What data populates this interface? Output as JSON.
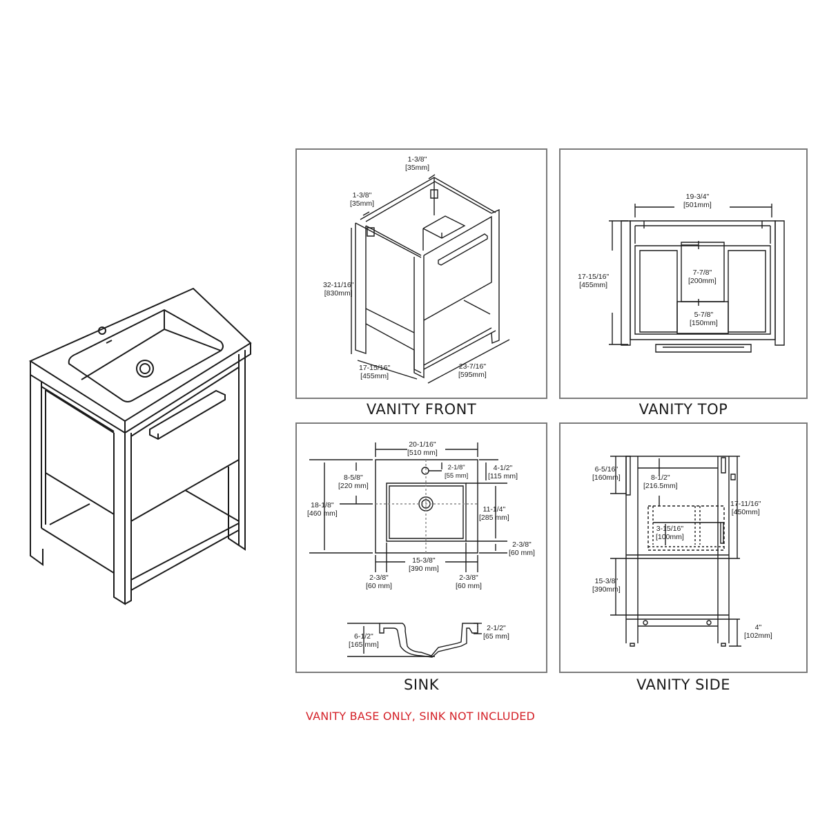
{
  "panels": {
    "vanity_front": {
      "caption": "VANITY FRONT",
      "dims": [
        {
          "imperial": "1-3/8\"",
          "metric": "[35mm]"
        },
        {
          "imperial": "1-3/8\"",
          "metric": "[35mm]"
        },
        {
          "imperial": "32-11/16\"",
          "metric": "[830mm]"
        },
        {
          "imperial": "17-15/16\"",
          "metric": "[455mm]"
        },
        {
          "imperial": "23-7/16\"",
          "metric": "[595mm]"
        }
      ]
    },
    "vanity_top": {
      "caption": "VANITY TOP",
      "dims": [
        {
          "imperial": "19-3/4\"",
          "metric": "[501mm]"
        },
        {
          "imperial": "17-15/16\"",
          "metric": "[455mm]"
        },
        {
          "imperial": "7-7/8\"",
          "metric": "[200mm]"
        },
        {
          "imperial": "5-7/8\"",
          "metric": "[150mm]"
        }
      ]
    },
    "sink": {
      "caption": "SINK",
      "dims": [
        {
          "imperial": "20-1/16\"",
          "metric": "[510 mm]"
        },
        {
          "imperial": "2-1/8\"",
          "metric": "[55 mm]"
        },
        {
          "imperial": "4-1/2\"",
          "metric": "[115 mm]"
        },
        {
          "imperial": "8-5/8\"",
          "metric": "[220 mm]"
        },
        {
          "imperial": "18-1/8\"",
          "metric": "[460 mm]"
        },
        {
          "imperial": "11-1/4\"",
          "metric": "[285 mm]"
        },
        {
          "imperial": "2-3/8\"",
          "metric": "[60 mm]"
        },
        {
          "imperial": "15-3/8\"",
          "metric": "[390 mm]"
        },
        {
          "imperial": "2-3/8\"",
          "metric": "[60 mm]"
        },
        {
          "imperial": "2-3/8\"",
          "metric": "[60 mm]"
        },
        {
          "imperial": "6-1/2\"",
          "metric": "[165 mm]"
        },
        {
          "imperial": "2-1/2\"",
          "metric": "[65 mm]"
        }
      ]
    },
    "vanity_side": {
      "caption": "VANITY SIDE",
      "dims": [
        {
          "imperial": "6-5/16\"",
          "metric": "[160mm]"
        },
        {
          "imperial": "8-1/2\"",
          "metric": "[216.5mm]"
        },
        {
          "imperial": "17-11/16\"",
          "metric": "[450mm]"
        },
        {
          "imperial": "3-15/16\"",
          "metric": "[100mm]"
        },
        {
          "imperial": "15-3/8\"",
          "metric": "[390mm]"
        },
        {
          "imperial": "4\"",
          "metric": "[102mm]"
        }
      ]
    }
  },
  "note": {
    "text": "VANITY BASE ONLY, SINK NOT INCLUDED",
    "color": "#d42128"
  },
  "colors": {
    "panel_border": "#7a7a7a",
    "line": "#1a1a1a",
    "background": "#ffffff"
  }
}
